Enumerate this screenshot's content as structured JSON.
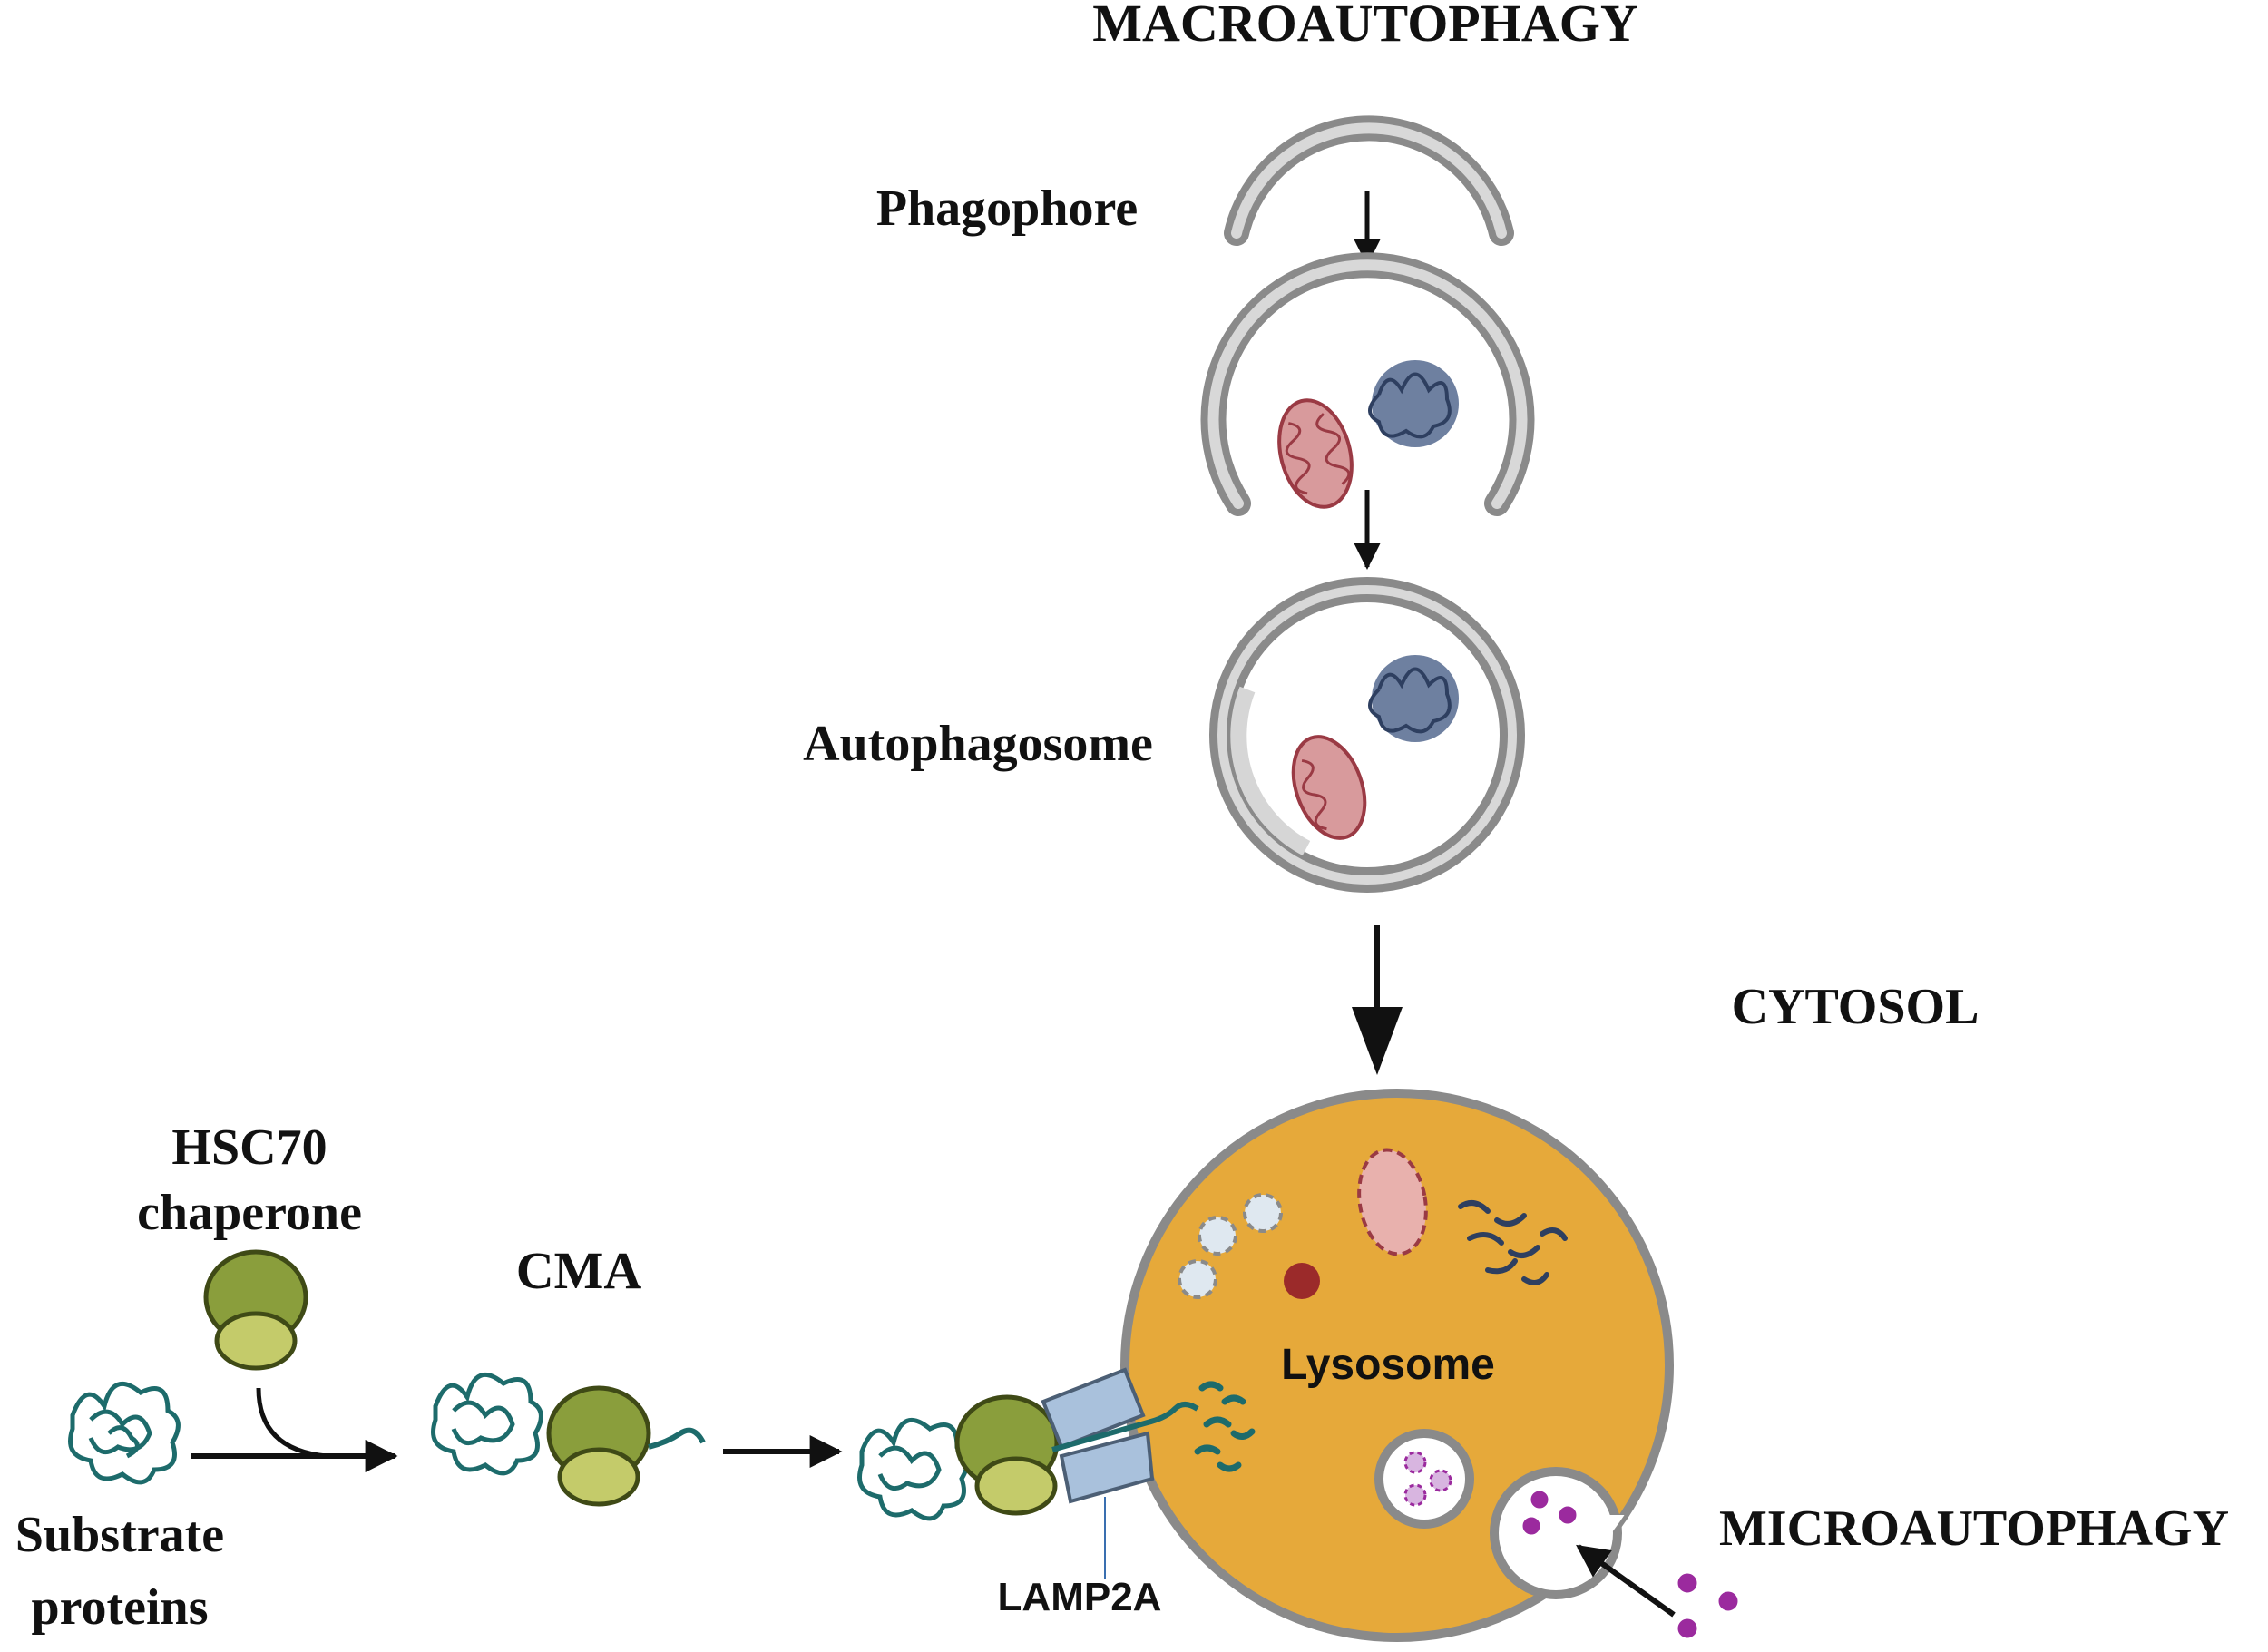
{
  "labels": {
    "macroautophagy": "MACROAUTOPHAGY",
    "phagophore": "Phagophore",
    "autophagosome": "Autophagosome",
    "cytosol": "CYTOSOL",
    "hsc70_line1": "HSC70",
    "hsc70_line2": "chaperone",
    "cma": "CMA",
    "lysosome": "Lysosome",
    "substrate_line1": "Substrate",
    "substrate_line2": "proteins",
    "lamp2a": "LAMP2A",
    "microautophagy": "MICROAUTOPHAGY"
  },
  "colors": {
    "membrane": "#8a8a8a",
    "lysosome_fill": "#e6a93a",
    "chaperone_dark": "#8a9e3c",
    "chaperone_light": "#c4cb6a",
    "protein": "#1d6b6b",
    "lamp2a": "#a9c1dc",
    "mitochondrion": "#d89a9c",
    "aggregate": "#556a8f",
    "micro_cargo": "#9b2a9e",
    "dense_body": "#9b2a2a"
  }
}
